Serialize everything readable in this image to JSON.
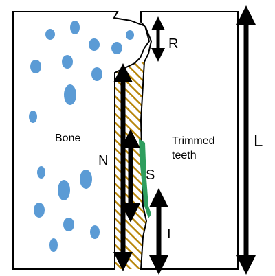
{
  "labels": {
    "bone": "Bone",
    "trimmed_teeth_line1": "Trimmed",
    "trimmed_teeth_line2": "teeth",
    "n": "N",
    "s": "S",
    "r": "R",
    "l": "L",
    "i": "I"
  },
  "colors": {
    "outline": "#000000",
    "bone_fill": "#ffffff",
    "pore": "#5b9bd5",
    "hatch": "#b8860b",
    "soft_tissue": "#2e9e5e",
    "arrow": "#000000"
  },
  "icons": {
    "pores": "blue-circle-pores",
    "arrows": "double-headed-arrow"
  }
}
